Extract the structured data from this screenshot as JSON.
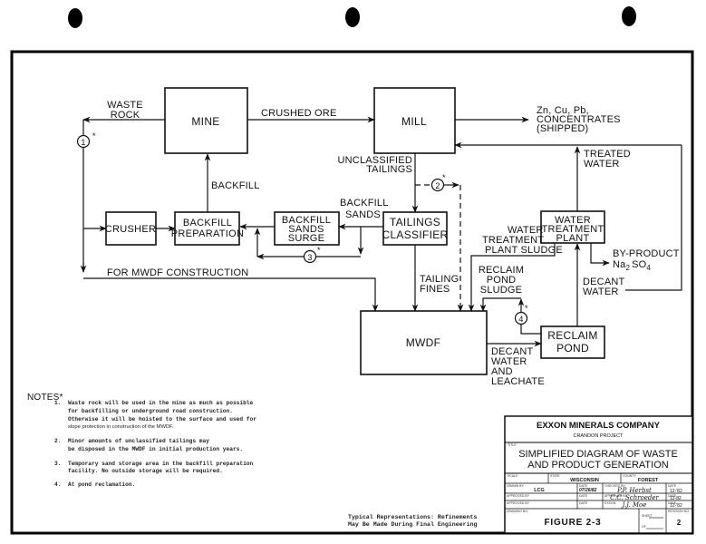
{
  "diagram": {
    "nodes": {
      "mine": "MINE",
      "mill": "MILL",
      "crusher": "CRUSHER",
      "backfill_prep": [
        "BACKFILL",
        "PREPARATION"
      ],
      "backfill_surge": [
        "BACKFILL",
        "SANDS",
        "SURGE"
      ],
      "tailings_classifier": [
        "TAILINGS",
        "CLASSIFIER"
      ],
      "water_treatment": [
        "WATER",
        "TREATMENT",
        "PLANT"
      ],
      "mwdf": "MWDF",
      "reclaim_pond": [
        "RECLAIM",
        "POND"
      ]
    },
    "labels": {
      "waste_rock": [
        "WASTE",
        "ROCK"
      ],
      "crushed_ore": "CRUSHED ORE",
      "concentrates": [
        "Zn, Cu, Pb,",
        "CONCENTRATES",
        "(SHIPPED)"
      ],
      "unclassified_tailings": [
        "UNCLASSIFIED",
        "TAILINGS"
      ],
      "treated_water": [
        "TREATED",
        "WATER"
      ],
      "backfill": "BACKFILL",
      "backfill_sands": [
        "BACKFILL",
        "SANDS"
      ],
      "for_mwdf": "FOR MWDF CONSTRUCTION",
      "tailing_fines": [
        "TAILING",
        "FINES"
      ],
      "wtp_sludge": [
        "WATER",
        "TREATMENT",
        "PLANT SLUDGE"
      ],
      "byproduct": [
        "BY-PRODUCT",
        "Na",
        "2",
        "SO",
        "4"
      ],
      "reclaim_pond_sludge": [
        "RECLAIM",
        "POND",
        "SLUDGE"
      ],
      "decant_water": [
        "DECANT",
        "WATER"
      ],
      "decant_leachate": [
        "DECANT",
        "WATER",
        "AND",
        "LEACHATE"
      ]
    },
    "markers": [
      "1",
      "2",
      "3",
      "4"
    ],
    "marker_suffix": "*"
  },
  "notes": {
    "heading": "NOTES*",
    "items": [
      {
        "num": "1.",
        "lines": [
          "Waste rock will be used in the mine as much as possible",
          "for backfilling or underground road construction.",
          "Otherwise it will be hoisted to the surface and used for",
          "slope protection in construction of the MWDF."
        ]
      },
      {
        "num": "2.",
        "lines": [
          "Minor amounts of unclassified tailings may",
          "be disposed in the MWDF in initial production years."
        ]
      },
      {
        "num": "3.",
        "lines": [
          "Temporary sand storage area in the backfill preparation",
          "facility.  No outside storage will be required."
        ]
      },
      {
        "num": "4.",
        "lines": [
          "At pond reclamation."
        ]
      }
    ]
  },
  "disclaimer": [
    "Typical Representations:  Refinements",
    "May Be Made During Final Engineering"
  ],
  "title_block": {
    "company": "EXXON MINERALS COMPANY",
    "project": "CRANDON PROJECT",
    "title_caption": "TITLE",
    "title": [
      "SIMPLIFIED DIAGRAM OF WASTE",
      "AND PRODUCT GENERATION"
    ],
    "scale_caption": "SCALE",
    "state_caption": "STATE",
    "state": "WISCONSIN",
    "county_caption": "COUNTY",
    "county": "FOREST",
    "drawn_by_caption": "DRAWN BY",
    "drawn_by": "LCG",
    "date_caption": "DATE",
    "drawn_date": "07/26/82",
    "checked_by_caption": "CHECKED BY",
    "checked_by": "P.P. Herbst",
    "checked_date": "12-'82",
    "approved_by_caption": "APPROVED BY",
    "approved_by_2": "C.C. Schroeder",
    "approved_date_2": "12-82",
    "exxon_caption": "EXXON",
    "exxon_by": "J.J. Moe",
    "exxon_date": "12-'82",
    "drawing_no_caption": "DRAWING NO.",
    "figure": "FIGURE 2-3",
    "sheet_caption": "SHEET",
    "of_caption": "OF",
    "revision_caption": "REVISION NO.",
    "revision": "2"
  }
}
